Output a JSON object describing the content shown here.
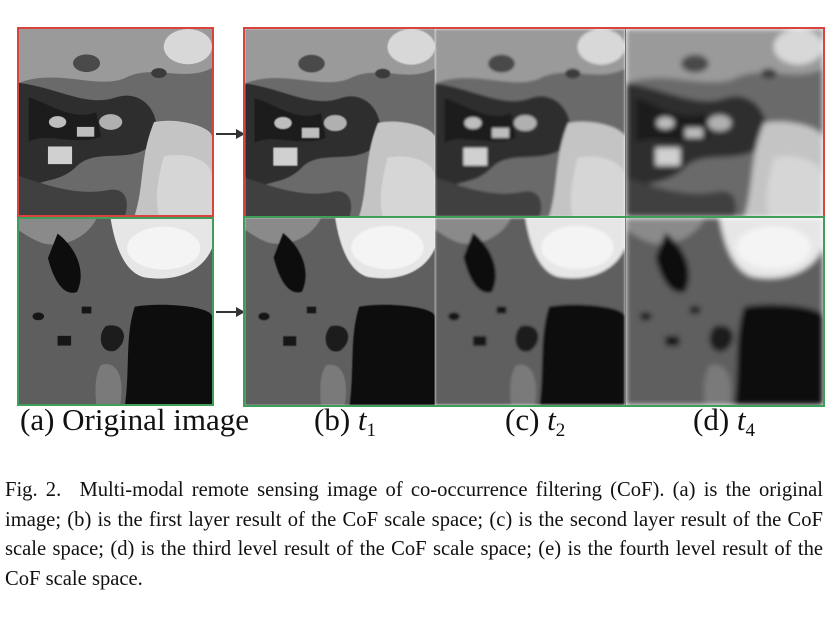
{
  "labels": {
    "a": "(a) Original image",
    "b_prefix": "(b) ",
    "b_var": "t",
    "b_sub": "1",
    "c_prefix": "(c) ",
    "c_var": "t",
    "c_sub": "2",
    "d_prefix": "(d) ",
    "d_var": "t",
    "d_sub": "4"
  },
  "caption": {
    "figure_id": "Fig. 2.",
    "text": "Multi-modal remote sensing image of co-occurrence filtering (CoF). (a) is the original image; (b) is the first layer result of the CoF scale space; (c) is the second layer result of the CoF scale space; (d) is the third level result of the CoF scale space; (e) is the fourth level result of the CoF scale space."
  },
  "colors": {
    "top_border": "#d9443f",
    "bottom_border": "#3f9e5a"
  }
}
